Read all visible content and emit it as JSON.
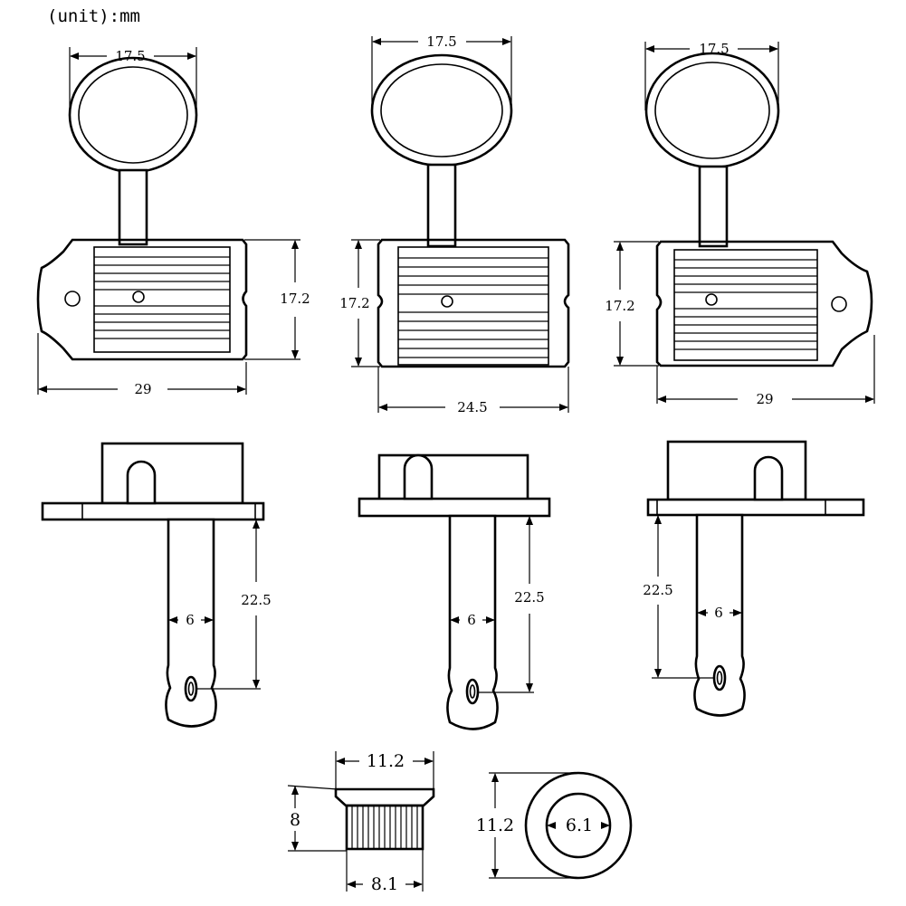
{
  "unit_note": "(unit):mm",
  "top_views": [
    {
      "width_label": "17.5",
      "height_label": "17.2",
      "base_label": "29"
    },
    {
      "width_label": "17.5",
      "height_label": "17.2",
      "base_label": "24.5"
    },
    {
      "width_label": "17.5",
      "height_label": "17.2",
      "base_label": "29"
    }
  ],
  "side_views": [
    {
      "length_label": "22.5",
      "shaft_label": "6"
    },
    {
      "length_label": "22.5",
      "shaft_label": "6"
    },
    {
      "length_label": "22.5",
      "shaft_label": "6"
    }
  ],
  "bushing": {
    "top_width_label": "11.2",
    "height_label": "8",
    "bottom_width_label": "8.1",
    "outer_diameter_label": "11.2",
    "inner_diameter_label": "6.1"
  }
}
